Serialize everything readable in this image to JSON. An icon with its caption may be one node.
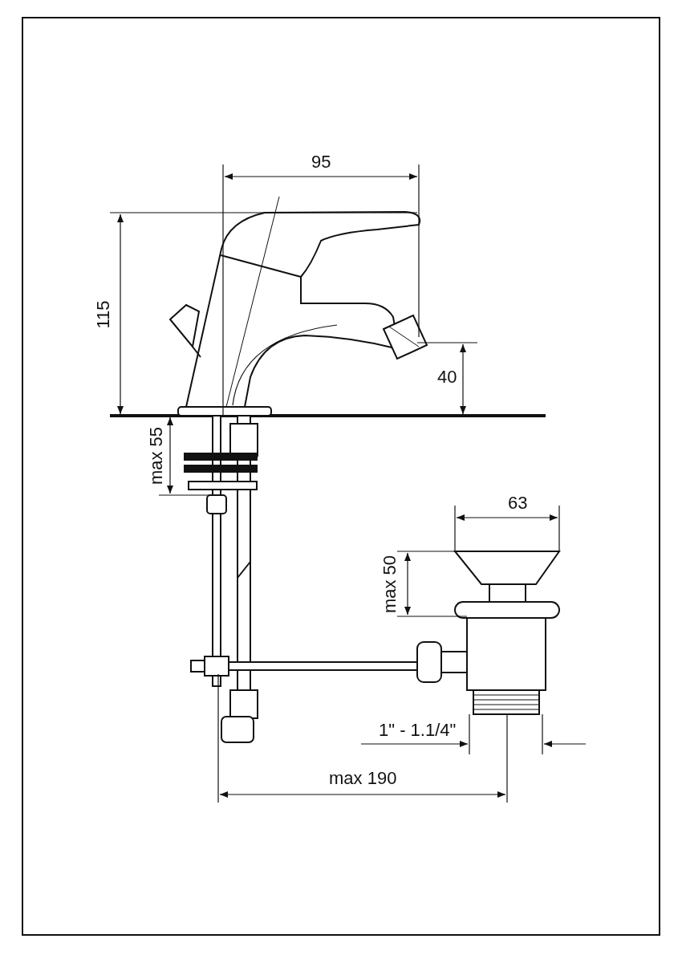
{
  "diagram": {
    "labels": [
      "95",
      "115",
      "40",
      "max 55",
      "63",
      "max 50",
      "1\" - 1.1/4\"",
      "max 190"
    ]
  }
}
